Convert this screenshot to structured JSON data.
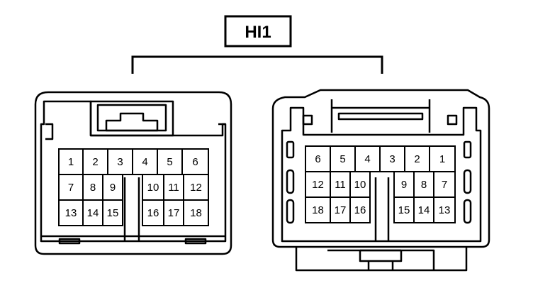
{
  "title": "HI1",
  "colors": {
    "line": "#000000",
    "background": "#ffffff"
  },
  "left_connector": {
    "rows": [
      [
        "1",
        "2",
        "3",
        "4",
        "5",
        "6"
      ],
      [
        "7",
        "8",
        "9",
        "10",
        "11",
        "12"
      ],
      [
        "13",
        "14",
        "15",
        "16",
        "17",
        "18"
      ]
    ]
  },
  "right_connector": {
    "rows": [
      [
        "6",
        "5",
        "4",
        "3",
        "2",
        "1"
      ],
      [
        "12",
        "11",
        "10",
        "9",
        "8",
        "7"
      ],
      [
        "18",
        "17",
        "16",
        "15",
        "14",
        "13"
      ]
    ]
  }
}
